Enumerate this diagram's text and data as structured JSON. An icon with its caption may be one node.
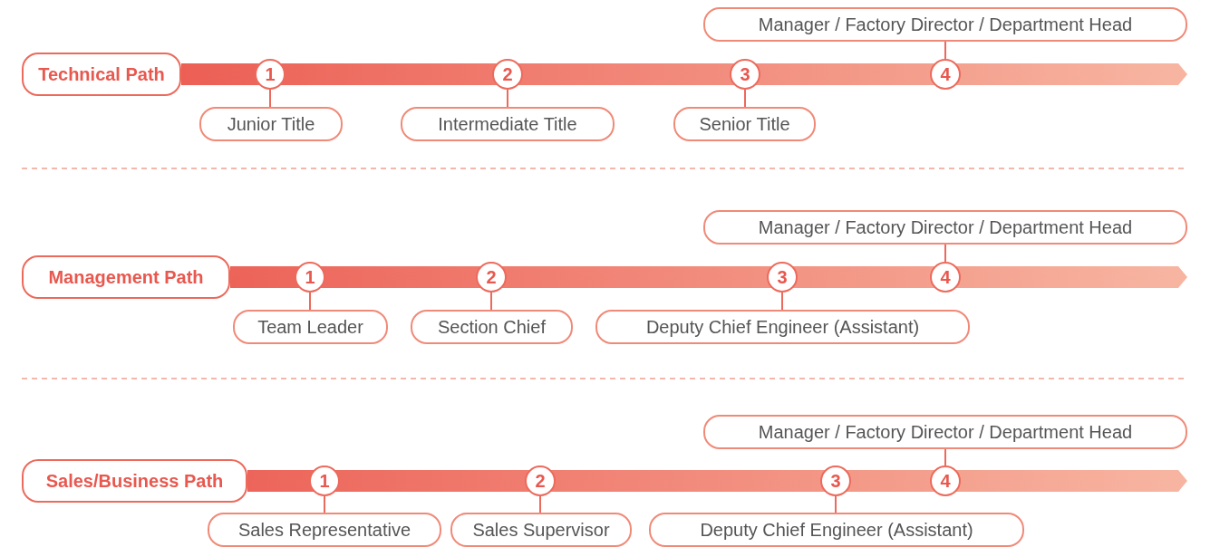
{
  "diagram": {
    "nodes": [
      {
        "text": [
          "Manager / Factory Director / Department Head"
        ]
      },
      {
        "text": [
          "Technical Path"
        ]
      },
      {
        "text": [
          "1"
        ]
      },
      {
        "text": [
          "2"
        ]
      },
      {
        "text": [
          "3"
        ]
      },
      {
        "text": [
          "4"
        ]
      },
      {
        "text": [
          "Junior Title"
        ]
      },
      {
        "text": [
          "Intermediate Title"
        ]
      },
      {
        "text": [
          "Senior Title"
        ]
      },
      {
        "text": [
          "Manager / Factory Director / Department Head"
        ]
      },
      {
        "text": [
          "Management Path"
        ]
      },
      {
        "text": [
          "1"
        ]
      },
      {
        "text": [
          "2"
        ]
      },
      {
        "text": [
          "3"
        ]
      },
      {
        "text": [
          "4"
        ]
      },
      {
        "text": [
          "Team Leader"
        ]
      },
      {
        "text": [
          "Section Chief"
        ]
      },
      {
        "text": [
          "Deputy Chief Engineer (Assistant)"
        ]
      },
      {
        "text": [
          "Manager / Factory Director / Department Head"
        ]
      },
      {
        "text": [
          "Sales/Business Path"
        ]
      },
      {
        "text": [
          "1"
        ]
      },
      {
        "text": [
          "2"
        ]
      },
      {
        "text": [
          "3"
        ]
      },
      {
        "text": [
          "4"
        ]
      },
      {
        "text": [
          "Sales Representative"
        ]
      },
      {
        "text": [
          "Sales Supervisor"
        ]
      },
      {
        "text": [
          "Deputy Chief Engineer (Assistant)"
        ]
      }
    ],
    "edges": [
      {
        "from": 2,
        "to": 6,
        "arrow": "none"
      },
      {
        "from": 3,
        "to": 7,
        "arrow": "none"
      },
      {
        "from": 4,
        "to": 8,
        "arrow": "none"
      },
      {
        "from": 5,
        "to": 0,
        "arrow": "none"
      },
      {
        "from": 11,
        "to": 15,
        "arrow": "none"
      },
      {
        "from": 12,
        "to": 16,
        "arrow": "none"
      },
      {
        "from": 13,
        "to": 17,
        "arrow": "none"
      },
      {
        "from": 14,
        "to": 9,
        "arrow": "none"
      },
      {
        "from": 20,
        "to": 24,
        "arrow": "none"
      },
      {
        "from": 21,
        "to": 25,
        "arrow": "none"
      },
      {
        "from": 22,
        "to": 26,
        "arrow": "none"
      },
      {
        "from": 23,
        "to": 18,
        "arrow": "none"
      }
    ]
  }
}
